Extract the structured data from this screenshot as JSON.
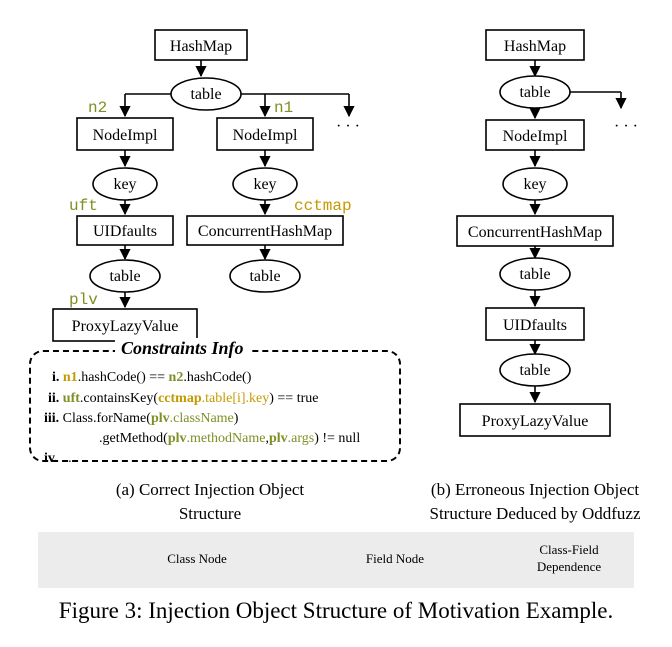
{
  "diagram_a": {
    "root": "HashMap",
    "table": "table",
    "node_impl": "NodeImpl",
    "key": "key",
    "uidfaults": "UIDfaults",
    "concurrent_hashmap": "ConcurrentHashMap",
    "proxy_lazy_value": "ProxyLazyValue",
    "ellipsis": "· · ·",
    "vars": {
      "n2": "n2",
      "n1": "n1",
      "uft": "uft",
      "cctmap": "cctmap",
      "plv": "plv"
    }
  },
  "diagram_b": {
    "root": "HashMap",
    "table": "table",
    "node_impl": "NodeImpl",
    "key": "key",
    "concurrent_hashmap": "ConcurrentHashMap",
    "uidfaults": "UIDfaults",
    "proxy_lazy_value": "ProxyLazyValue",
    "ellipsis": "· · ·"
  },
  "constraints": {
    "title": "Constraints Info",
    "line1": {
      "num": "i.",
      "v1": "n1",
      "t1": ".hashCode() == ",
      "v2": "n2",
      "t2": ".hashCode()"
    },
    "line2": {
      "num": "ii.",
      "v1": "uft",
      "t1": ".containsKey(",
      "v2": "cctmap",
      "t2": ".table[i].key",
      "t3": ") == true"
    },
    "line3": {
      "num": "iii.",
      "t1": "Class.forName(",
      "v1": "plv",
      "t2": ".className",
      "t3": ")"
    },
    "line4": {
      "t1": ".getMethod(",
      "v1": "plv",
      "t2": ".methodName",
      "t3": ",",
      "v2": "plv",
      "t4": ".args",
      "t5": ") != null"
    },
    "line5": {
      "num": "iv.",
      "t1": "..."
    }
  },
  "captions": {
    "a": "(a) Correct  Injection Object\nStructure",
    "b": "(b) Erroneous Injection Object\nStructure Deduced by Oddfuzz"
  },
  "legend": {
    "class_node": "Class Node",
    "field_node": "Field Node",
    "dependence": "Class-Field\nDependence"
  },
  "figure_caption": "Figure 3: Injection Object Structure of Motivation Example.",
  "colors": {
    "olive": "#7f8f25",
    "orange": "#c49a00",
    "legend_bg": "#ececec"
  }
}
